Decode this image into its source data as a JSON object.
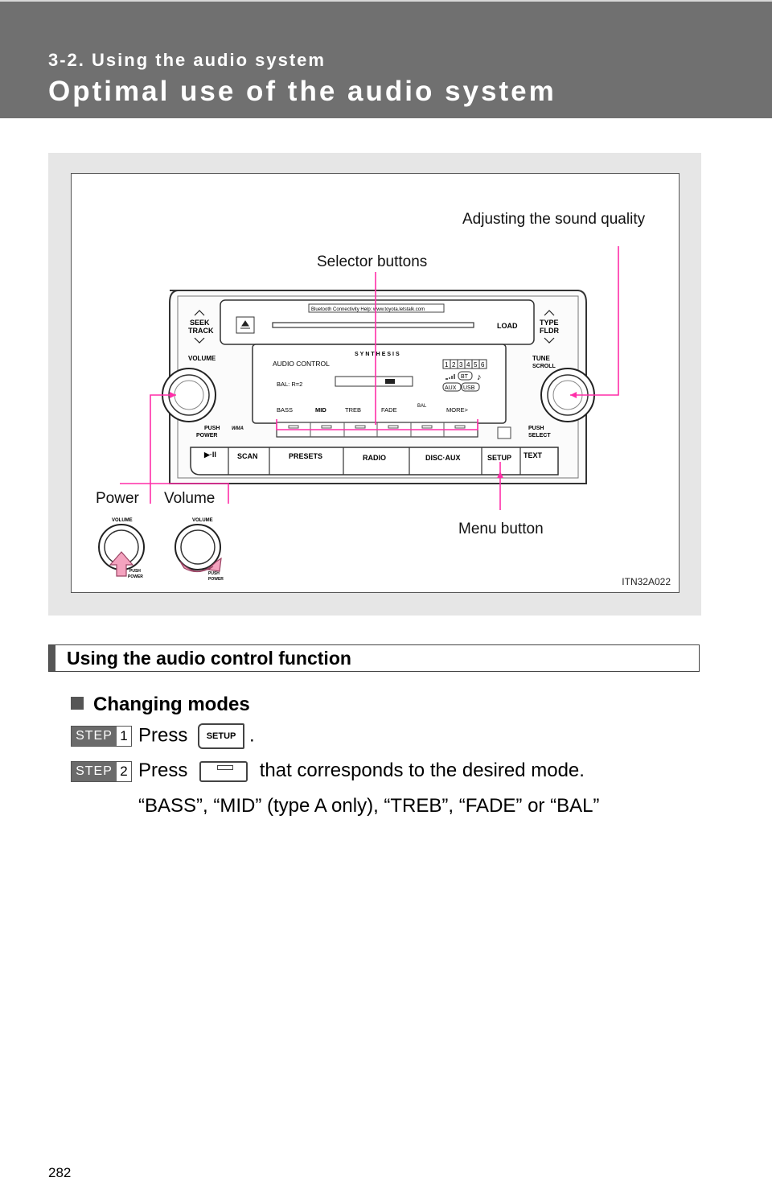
{
  "header": {
    "section": "3-2. Using the audio system",
    "title": "Optimal use of the audio system"
  },
  "figure": {
    "callouts": {
      "adjust": "Adjusting the sound quality",
      "selector": "Selector buttons",
      "power": "Power",
      "volume": "Volume",
      "menu": "Menu button"
    },
    "code": "ITN32A022",
    "unit": {
      "bluetooth_strip": "Bluetooth Connectivity Help: www.toyota.letstalk.com",
      "seek_track": [
        "SEEK",
        "TRACK"
      ],
      "type_fldr": [
        "TYPE",
        "FLDR"
      ],
      "load": "LOAD",
      "volume": "VOLUME",
      "tune_scroll": [
        "TUNE",
        "SCROLL"
      ],
      "synthesis": "SYNTHESIS",
      "audio_control": "AUDIO CONTROL",
      "bal_value": "BAL: R=2",
      "presets": [
        "1",
        "2",
        "3",
        "4",
        "5",
        "6"
      ],
      "bt": "BT",
      "aux": "AUX",
      "usb": "USB",
      "modes": [
        "BASS",
        "MID",
        "TREB",
        "FADE",
        "BAL",
        "MORE>"
      ],
      "push_power": [
        "PUSH",
        "POWER"
      ],
      "push_select": [
        "PUSH",
        "SELECT"
      ],
      "wma": "WMA",
      "bottom_buttons": [
        "SCAN",
        "PRESETS",
        "RADIO",
        "DISC·AUX",
        "SETUP",
        "TEXT"
      ],
      "play_pause": "▶·II",
      "knob_label": "VOLUME",
      "knob_push": [
        "PUSH",
        "POWER"
      ]
    },
    "colors": {
      "callout_line": "#ff2fa8",
      "arrow_fill": "#f4a3bf"
    }
  },
  "section": {
    "heading": "Using the audio control function",
    "subheading": "Changing modes",
    "steps": [
      {
        "label": "STEP",
        "number": "1",
        "before": "Press",
        "button": "SETUP",
        "after": "."
      },
      {
        "label": "STEP",
        "number": "2",
        "before": "Press",
        "after": "that corresponds to the desired mode."
      }
    ],
    "note": "“BASS”, “MID” (type A only), “TREB”, “FADE” or “BAL”"
  },
  "page_number": "282"
}
